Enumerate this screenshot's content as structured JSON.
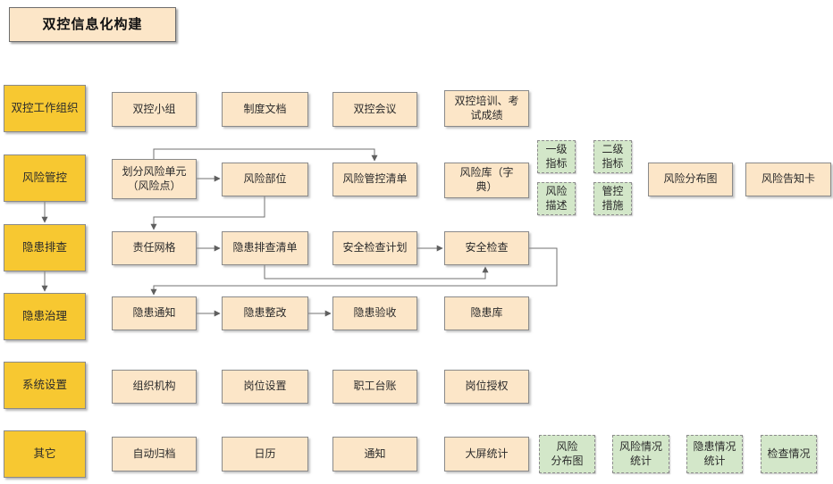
{
  "title": "双控信息化构建",
  "colors": {
    "category_fill": "#f7c831",
    "node_fill": "#fce6c8",
    "tag_fill": "#d3e7c9",
    "border": "#8a8a8a",
    "connector": "#6e6e6e"
  },
  "categories": [
    "双控工作组织",
    "风险管控",
    "隐患排查",
    "隐患治理",
    "系统设置",
    "其它"
  ],
  "nodes": {
    "dual_control_team": "双控小组",
    "system_documents": "制度文档",
    "dual_control_meeting": "双控会议",
    "training_exam_scores": "双控培训、考\n试成绩",
    "risk_unit_division": "划分风险单元\n（风险点）",
    "risk_location": "风险部位",
    "risk_control_list": "风险管控清单",
    "risk_library": "风险库（字\n典）",
    "risk_distribution_map": "风险分布图",
    "risk_notification_card": "风险告知卡",
    "responsibility_grid": "责任网格",
    "hazard_inspection_list": "隐患排查清单",
    "safety_inspection_plan": "安全检查计划",
    "safety_inspection": "安全检查",
    "hazard_notice": "隐患通知",
    "hazard_rectification": "隐患整改",
    "hazard_acceptance": "隐患验收",
    "hazard_library": "隐患库",
    "organization": "组织机构",
    "position_settings": "岗位设置",
    "staff_ledger": "职工台账",
    "position_authorization": "岗位授权",
    "auto_archive": "自动归档",
    "calendar": "日历",
    "notification": "通知",
    "dashboard_statistics": "大屏统计"
  },
  "tags": {
    "level1_indicator": "一级\n指标",
    "level2_indicator": "二级\n指标",
    "risk_description": "风险\n描述",
    "control_measures": "管控\n措施",
    "risk_distribution": "风险\n分布图",
    "risk_statistics": "风险情况\n统计",
    "hazard_statistics": "隐患情况\n统计",
    "inspection_status": "检查情况"
  }
}
